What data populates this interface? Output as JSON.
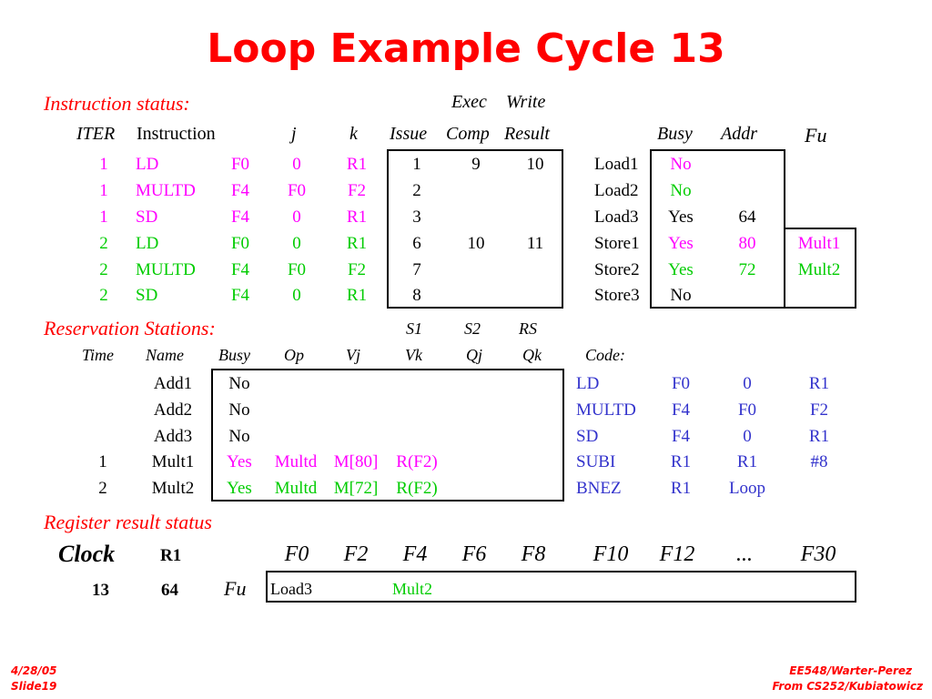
{
  "title": "Loop Example Cycle 13",
  "instruction_status": {
    "section_label": "Instruction status:",
    "over_headers": [
      "Exec",
      "Write"
    ],
    "headers": [
      "ITER",
      "Instruction",
      "j",
      "k",
      "Issue",
      "Comp",
      "Result"
    ],
    "rows": [
      {
        "iter": "1",
        "op": "LD",
        "dest": "F0",
        "j": "0",
        "k": "R1",
        "issue": "1",
        "comp": "9",
        "result": "10"
      },
      {
        "iter": "1",
        "op": "MULTD",
        "dest": "F4",
        "j": "F0",
        "k": "F2",
        "issue": "2",
        "comp": "",
        "result": ""
      },
      {
        "iter": "1",
        "op": "SD",
        "dest": "F4",
        "j": "0",
        "k": "R1",
        "issue": "3",
        "comp": "",
        "result": ""
      },
      {
        "iter": "2",
        "op": "LD",
        "dest": "F0",
        "j": "0",
        "k": "R1",
        "issue": "6",
        "comp": "10",
        "result": "11"
      },
      {
        "iter": "2",
        "op": "MULTD",
        "dest": "F4",
        "j": "F0",
        "k": "F2",
        "issue": "7",
        "comp": "",
        "result": ""
      },
      {
        "iter": "2",
        "op": "SD",
        "dest": "F4",
        "j": "0",
        "k": "R1",
        "issue": "8",
        "comp": "",
        "result": ""
      }
    ]
  },
  "load_store": {
    "headers": [
      "Busy",
      "Addr",
      "Fu"
    ],
    "rows": [
      {
        "name": "Load1",
        "busy": "No",
        "addr": "",
        "fu": ""
      },
      {
        "name": "Load2",
        "busy": "No",
        "addr": "",
        "fu": ""
      },
      {
        "name": "Load3",
        "busy": "Yes",
        "addr": "64",
        "fu": ""
      },
      {
        "name": "Store1",
        "busy": "Yes",
        "addr": "80",
        "fu": "Mult1"
      },
      {
        "name": "Store2",
        "busy": "Yes",
        "addr": "72",
        "fu": "Mult2"
      },
      {
        "name": "Store3",
        "busy": "No",
        "addr": "",
        "fu": ""
      }
    ]
  },
  "reservation_stations": {
    "section_label": "Reservation Stations:",
    "over_headers": [
      "S1",
      "S2",
      "RS"
    ],
    "headers": [
      "Time",
      "Name",
      "Busy",
      "Op",
      "Vj",
      "Vk",
      "Qj",
      "Qk"
    ],
    "rows": [
      {
        "time": "",
        "name": "Add1",
        "busy": "No",
        "op": "",
        "vj": "",
        "vk": ""
      },
      {
        "time": "",
        "name": "Add2",
        "busy": "No",
        "op": "",
        "vj": "",
        "vk": ""
      },
      {
        "time": "",
        "name": "Add3",
        "busy": "No",
        "op": "",
        "vj": "",
        "vk": ""
      },
      {
        "time": "1",
        "name": "Mult1",
        "busy": "Yes",
        "op": "Multd",
        "vj": "M[80]",
        "vk": "R(F2)"
      },
      {
        "time": "2",
        "name": "Mult2",
        "busy": "Yes",
        "op": "Multd",
        "vj": "M[72]",
        "vk": "R(F2)"
      }
    ]
  },
  "code": {
    "label": "Code:",
    "rows": [
      [
        "LD",
        "F0",
        "0",
        "R1"
      ],
      [
        "MULTD",
        "F4",
        "F0",
        "F2"
      ],
      [
        "SD",
        "F4",
        "0",
        "R1"
      ],
      [
        "SUBI",
        "R1",
        "R1",
        "#8"
      ],
      [
        "BNEZ",
        "R1",
        "Loop",
        ""
      ]
    ]
  },
  "register_status": {
    "section_label": "Register result status",
    "clock_label": "Clock",
    "r1_label": "R1",
    "registers": [
      "F0",
      "F2",
      "F4",
      "F6",
      "F8",
      "F10",
      "F12",
      "...",
      "F30"
    ],
    "clock_value": "13",
    "r1_value": "64",
    "fu_label": "Fu",
    "fu_values": [
      "Load3",
      "",
      "Mult2",
      "",
      "",
      "",
      "",
      "",
      ""
    ]
  },
  "footer": {
    "date": "4/28/05",
    "slide": "Slide19",
    "course": "EE548/Warter-Perez",
    "source": "From CS252/Kubiatowicz"
  },
  "colors": {
    "title": "#ff0000",
    "iter1": "#ff00ff",
    "iter2": "#00cc00",
    "code": "#3333cc"
  }
}
